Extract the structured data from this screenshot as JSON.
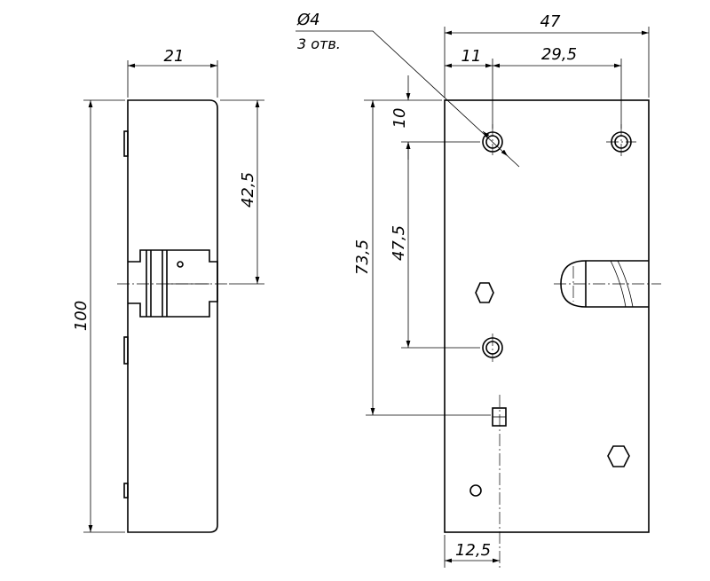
{
  "dimensions": {
    "side_width": "21",
    "side_height": "100",
    "side_center": "42,5",
    "front_width": "47",
    "hole_offset_x": "11",
    "hole_spacing_x": "29,5",
    "hole_offset_y": "10",
    "hole_spacing_y": "47,5",
    "slot_y": "73,5",
    "slot_x": "12,5",
    "hole_diameter": "Ø4",
    "hole_count": "3 отв."
  }
}
